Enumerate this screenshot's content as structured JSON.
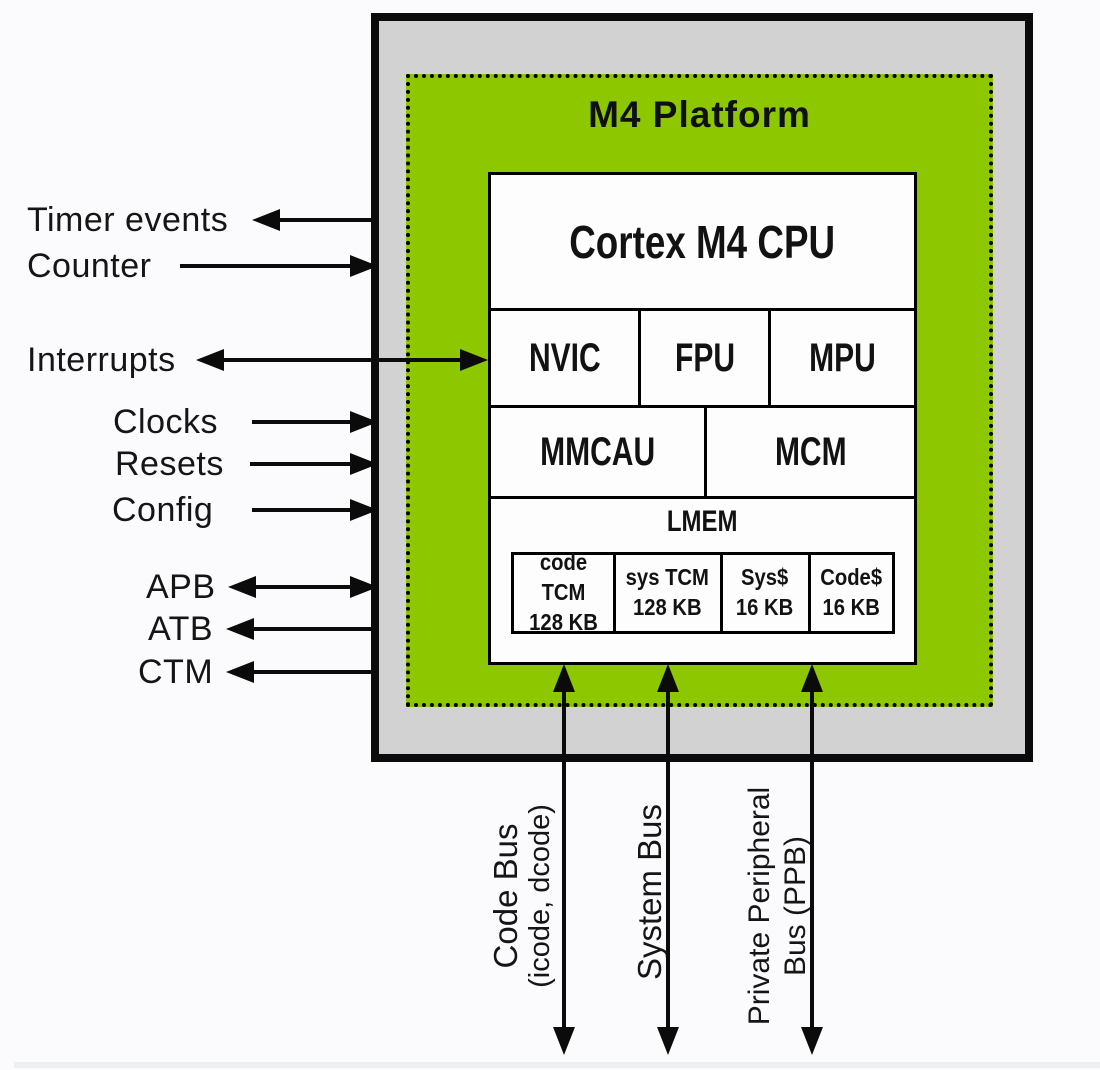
{
  "platform": {
    "title": "M4 Platform"
  },
  "cpu": {
    "title": "Cortex M4 CPU",
    "units_row1": [
      {
        "label": "NVIC"
      },
      {
        "label": "FPU"
      },
      {
        "label": "MPU"
      }
    ],
    "units_row2": [
      {
        "label": "MMCAU"
      },
      {
        "label": "MCM"
      }
    ],
    "lmem": {
      "title": "LMEM",
      "memories": [
        {
          "name": "code TCM",
          "size": "128 KB"
        },
        {
          "name": "sys TCM",
          "size": "128 KB"
        },
        {
          "name": "Sys$",
          "size": "16 KB"
        },
        {
          "name": "Code$",
          "size": "16 KB"
        }
      ]
    }
  },
  "left_signals": [
    {
      "label": "Timer events",
      "direction": "out"
    },
    {
      "label": "Counter",
      "direction": "in"
    },
    {
      "label": "Interrupts",
      "direction": "bidirectional"
    },
    {
      "label": "Clocks",
      "direction": "in"
    },
    {
      "label": "Resets",
      "direction": "in"
    },
    {
      "label": "Config",
      "direction": "in"
    },
    {
      "label": "APB",
      "direction": "bidirectional"
    },
    {
      "label": "ATB",
      "direction": "out"
    },
    {
      "label": "CTM",
      "direction": "out"
    }
  ],
  "bottom_buses": [
    {
      "label": "Code Bus",
      "sublabel": "(icode, dcode)"
    },
    {
      "label": "System Bus",
      "sublabel": ""
    },
    {
      "label": "Private Peripheral",
      "sublabel": "Bus (PPB)"
    }
  ],
  "colors": {
    "platform_green": "#8dc700",
    "chip_gray": "#d2d2d2",
    "line_black": "#0b0b0b"
  }
}
